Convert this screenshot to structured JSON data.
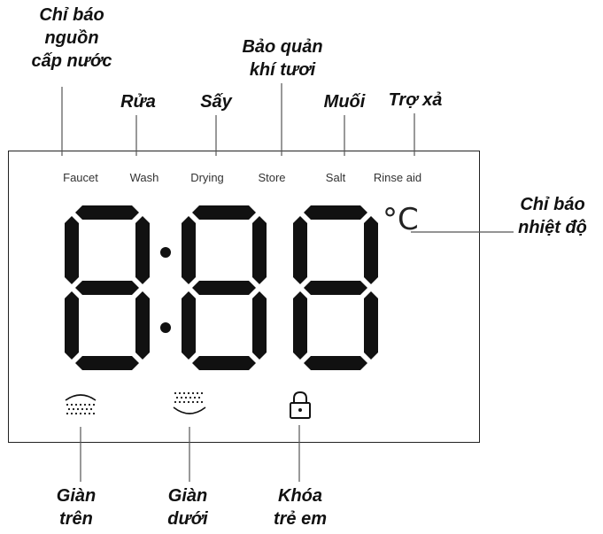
{
  "callouts": {
    "faucet": [
      "Chỉ báo",
      "nguồn",
      "cấp nước"
    ],
    "wash": [
      "Rửa"
    ],
    "drying": [
      "Sấy"
    ],
    "store": [
      "Bảo quản",
      "khí tươi"
    ],
    "salt": [
      "Muối"
    ],
    "rinse": [
      "Trợ xả"
    ],
    "temp": [
      "Chỉ báo",
      "nhiệt độ"
    ],
    "upper_rack": [
      "Giàn",
      "trên"
    ],
    "lower_rack": [
      "Giàn",
      "dưới"
    ],
    "child_lock": [
      "Khóa",
      "trẻ em"
    ]
  },
  "indicators": [
    "Faucet",
    "Wash",
    "Drying",
    "Store",
    "Salt",
    "Rinse aid"
  ],
  "unit": "°C",
  "display": {
    "segments": "8:88",
    "colon": true
  },
  "icons": [
    "upper-spray-icon",
    "lower-spray-icon",
    "lock-icon"
  ],
  "colors": {
    "segment": "#111111",
    "text": "#111111",
    "line": "#555555"
  }
}
